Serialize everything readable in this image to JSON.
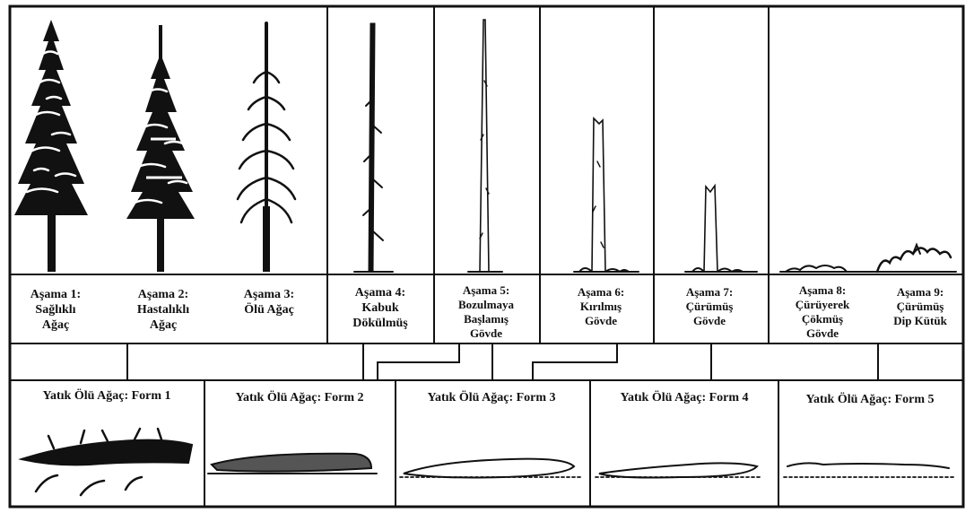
{
  "stages": [
    {
      "lines": [
        "Aşama 1:",
        "Sağlıklı",
        "Ağaç"
      ]
    },
    {
      "lines": [
        "Aşama 2:",
        "Hastalıklı",
        "Ağaç"
      ]
    },
    {
      "lines": [
        "Aşama 3:",
        "Ölü Ağaç"
      ]
    },
    {
      "lines": [
        "Aşama 4:",
        "Kabuk",
        "Dökülmüş"
      ]
    },
    {
      "lines": [
        "Aşama 5:",
        "Bozulmaya",
        "Başlamış",
        "Gövde"
      ]
    },
    {
      "lines": [
        "Aşama 6:",
        "Kırılmış",
        "Gövde"
      ]
    },
    {
      "lines": [
        "Aşama 7:",
        "Çürümüş",
        "Gövde"
      ]
    },
    {
      "lines": [
        "Aşama 8:",
        "Çürüyerek",
        "Çökmüş",
        "Gövde"
      ]
    },
    {
      "lines": [
        "Aşama 9:",
        "Çürümüş",
        "Dip Kütük"
      ]
    }
  ],
  "forms": [
    {
      "label": "Yatık Ölü Ağaç: Form 1"
    },
    {
      "label": "Yatık Ölü Ağaç: Form 2"
    },
    {
      "label": "Yatık Ölü Ağaç: Form 3"
    },
    {
      "label": "Yatık Ölü Ağaç: Form 4"
    },
    {
      "label": "Yatık Ölü Ağaç: Form 5"
    }
  ],
  "colors": {
    "ink": "#111111",
    "background": "#ffffff"
  }
}
